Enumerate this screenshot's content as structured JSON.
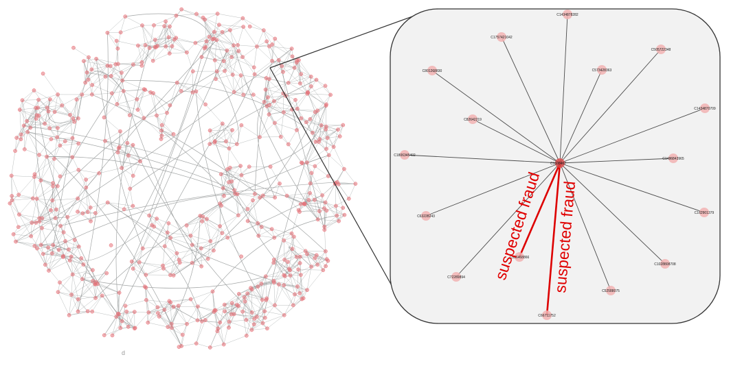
{
  "colors": {
    "node": "#e8737a",
    "node_fill_opacity": 0.55,
    "zoom_node": "#f2b3b3",
    "edge": "#9aa0a0",
    "spoke": "#4a4a4a",
    "fraud_edge": "#dd0000",
    "panel_bg": "#f2f2f2",
    "panel_border": "#333333"
  },
  "network": {
    "node_count": 560,
    "stray_label": "d"
  },
  "zoom": {
    "hub_label": "C1608467",
    "fraud_annotation": "suspected fraud",
    "nodes": [
      {
        "id": "C1434878282",
        "fraud": false
      },
      {
        "id": "C1757421042",
        "fraud": false
      },
      {
        "id": "C505722348",
        "fraud": false
      },
      {
        "id": "C801268830",
        "fraud": false
      },
      {
        "id": "C573428363",
        "fraud": false
      },
      {
        "id": "C1434870709",
        "fraud": false
      },
      {
        "id": "C82642219",
        "fraud": false
      },
      {
        "id": "C1806345402",
        "fraud": false
      },
      {
        "id": "C1486843965",
        "fraud": false
      },
      {
        "id": "C63228243",
        "fraud": false
      },
      {
        "id": "C162901379",
        "fraud": false
      },
      {
        "id": "C506468866",
        "fraud": true
      },
      {
        "id": "C1028808708",
        "fraud": false
      },
      {
        "id": "C72289894",
        "fraud": false
      },
      {
        "id": "C52588075",
        "fraud": false
      },
      {
        "id": "C66711752",
        "fraud": true
      }
    ]
  }
}
